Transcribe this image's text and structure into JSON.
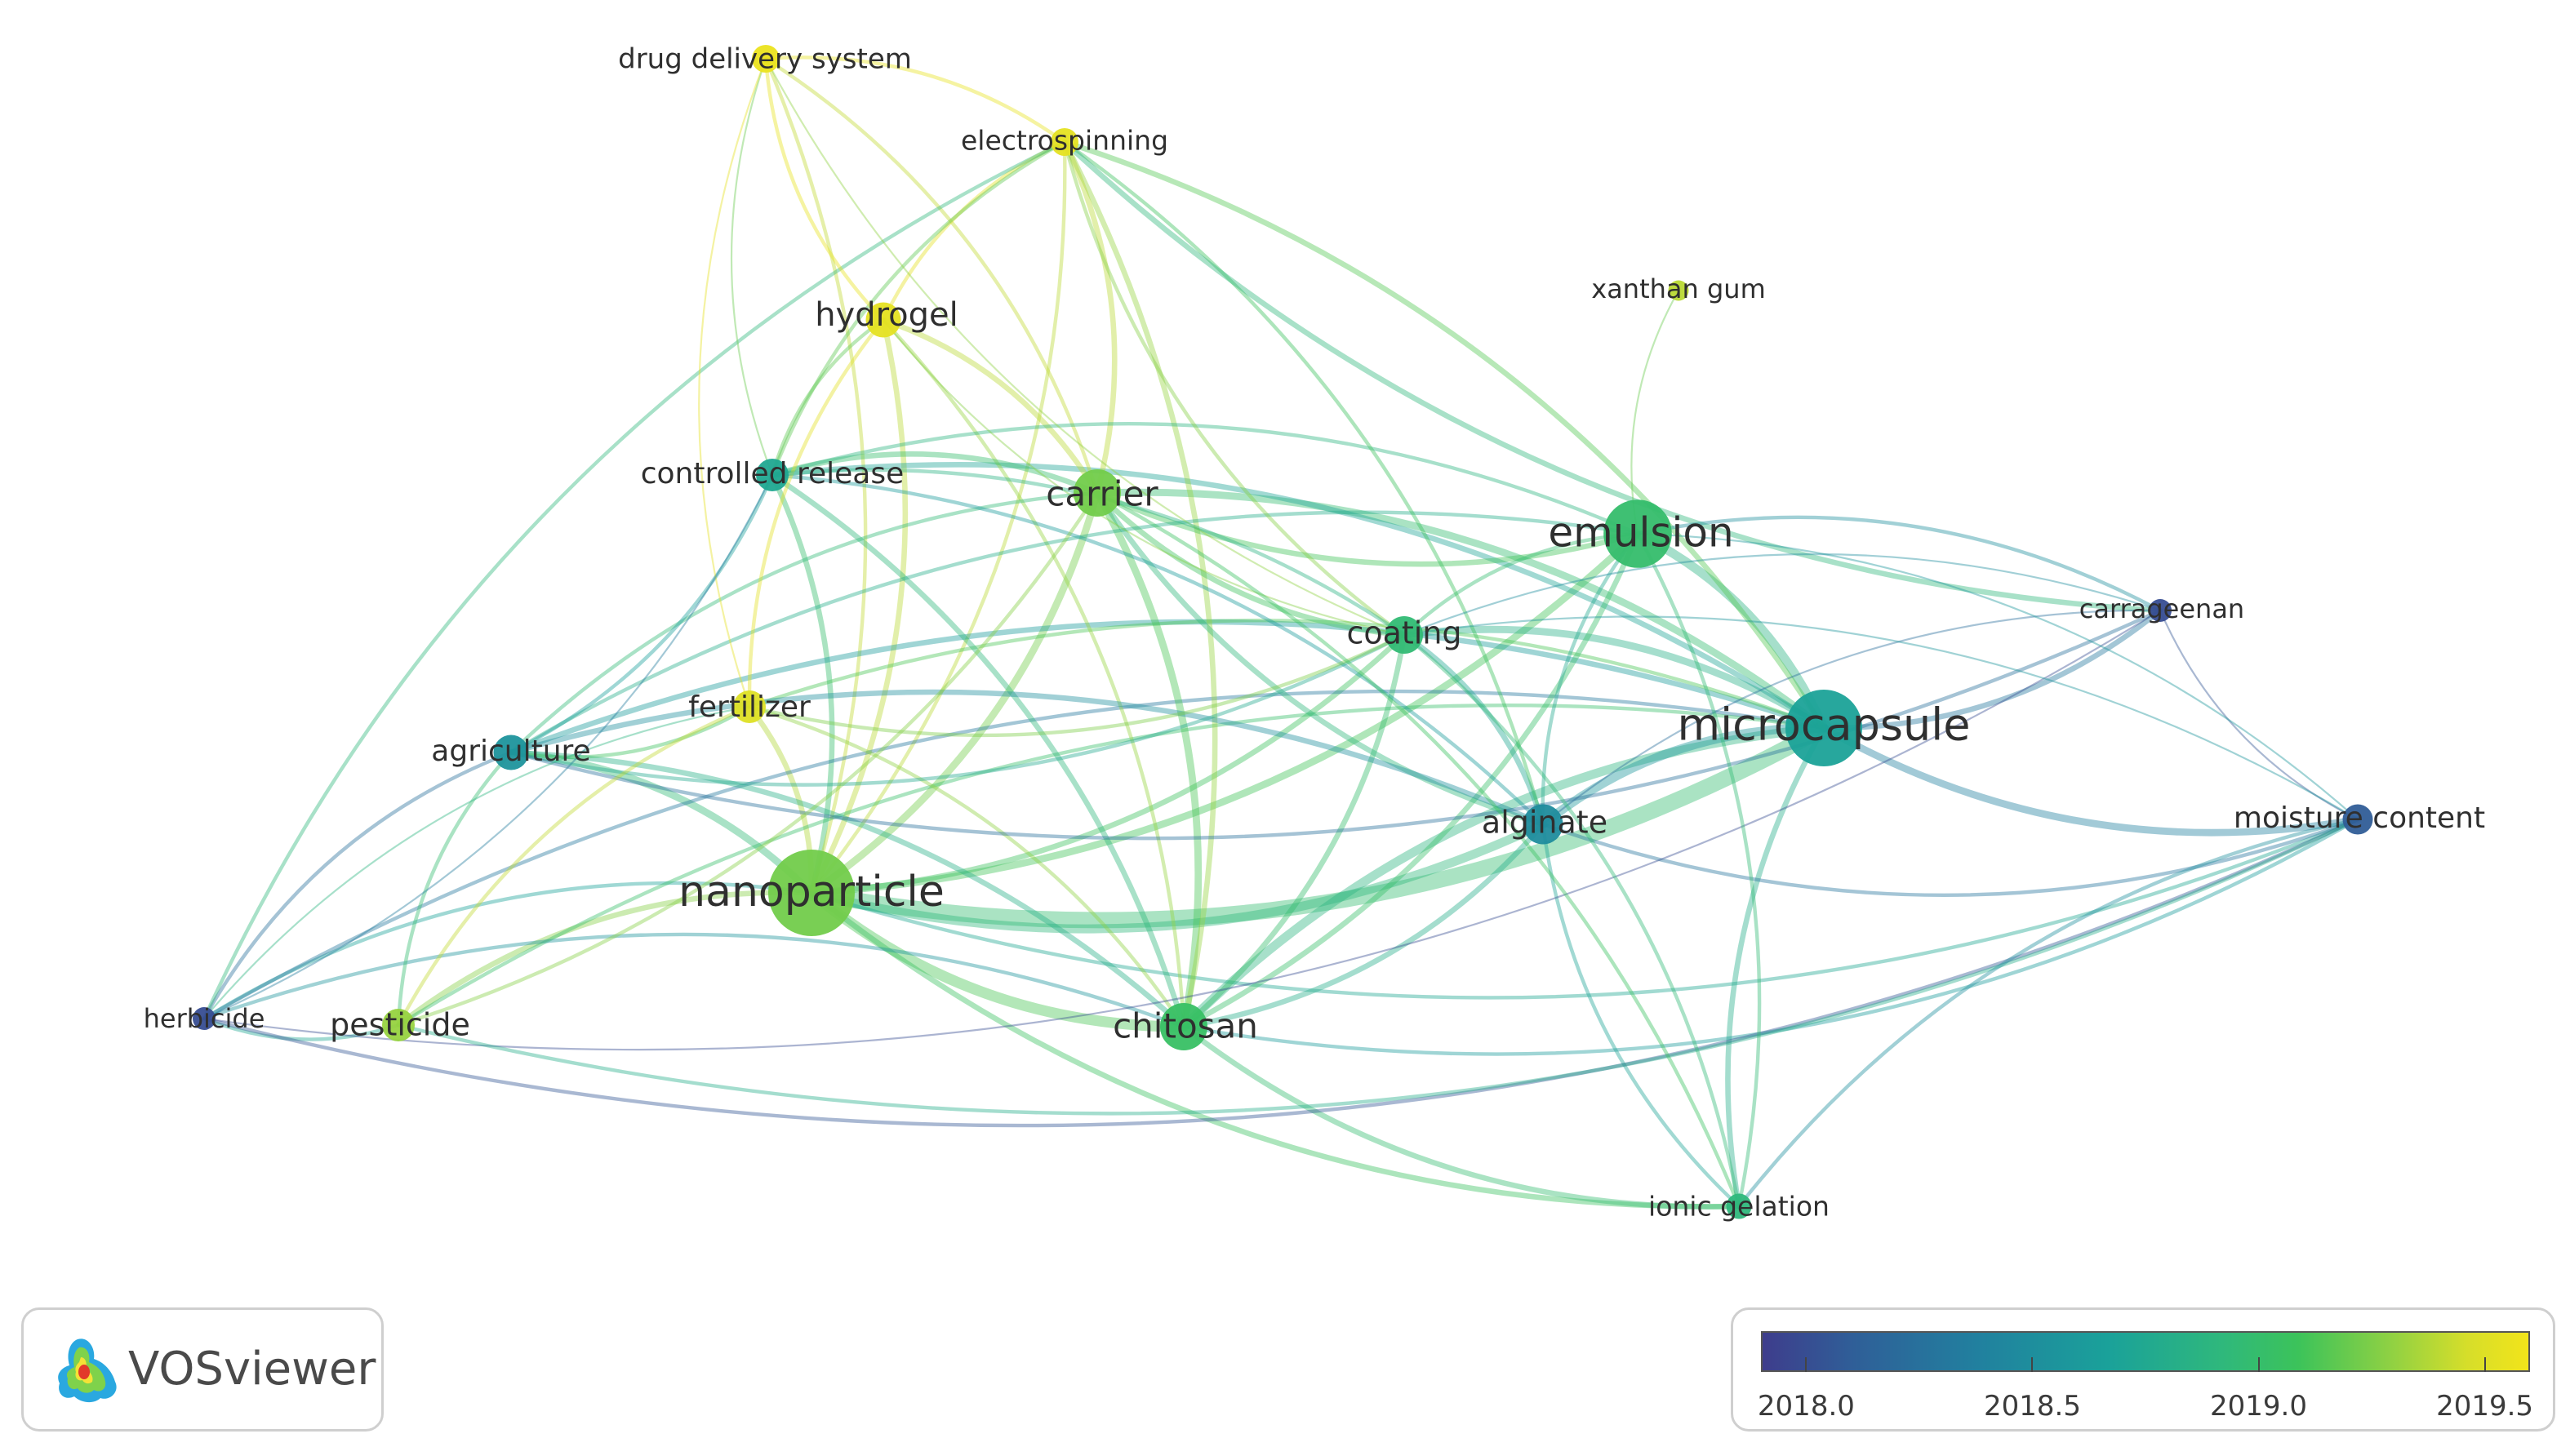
{
  "app": {
    "logo_text": "VOSviewer",
    "logo_icon": "vosviewer-density-icon"
  },
  "colors": {
    "scale": [
      "#3e3d8c",
      "#2f5f98",
      "#21809f",
      "#1aa19a",
      "#2fb87c",
      "#3cc35a",
      "#8fd143",
      "#d6de2a",
      "#f2e41a"
    ]
  },
  "legend": {
    "min": 2017.9,
    "max": 2019.6,
    "ticks": [
      {
        "value": 2018.0,
        "label": "2018.0"
      },
      {
        "value": 2018.5,
        "label": "2018.5"
      },
      {
        "value": 2019.0,
        "label": "2019.0"
      },
      {
        "value": 2019.5,
        "label": "2019.5"
      }
    ]
  },
  "network": {
    "nodes": [
      {
        "id": "drug-delivery-system",
        "label": "drug delivery system",
        "year": 2019.55,
        "weight": 1.2
      },
      {
        "id": "electrospinning",
        "label": "electrospinning",
        "year": 2019.5,
        "weight": 1.2
      },
      {
        "id": "xanthan-gum",
        "label": "xanthan gum",
        "year": 2019.3,
        "weight": 0.6
      },
      {
        "id": "hydrogel",
        "label": "hydrogel",
        "year": 2019.5,
        "weight": 1.8
      },
      {
        "id": "controlled-release",
        "label": "controlled release",
        "year": 2018.6,
        "weight": 1.6
      },
      {
        "id": "carrier",
        "label": "carrier",
        "year": 2019.1,
        "weight": 2.8
      },
      {
        "id": "emulsion",
        "label": "emulsion",
        "year": 2018.85,
        "weight": 4.5
      },
      {
        "id": "carrageenan",
        "label": "carrageenan",
        "year": 2018.0,
        "weight": 0.8
      },
      {
        "id": "coating",
        "label": "coating",
        "year": 2018.8,
        "weight": 2.0
      },
      {
        "id": "fertilizer",
        "label": "fertilizer",
        "year": 2019.45,
        "weight": 1.6
      },
      {
        "id": "agriculture",
        "label": "agriculture",
        "year": 2018.45,
        "weight": 1.8
      },
      {
        "id": "microcapsule",
        "label": "microcapsule",
        "year": 2018.55,
        "weight": 5.2
      },
      {
        "id": "alginate",
        "label": "alginate",
        "year": 2018.4,
        "weight": 2.2
      },
      {
        "id": "moisture-content",
        "label": "moisture content",
        "year": 2018.1,
        "weight": 1.4
      },
      {
        "id": "nanoparticle",
        "label": "nanoparticle",
        "year": 2019.1,
        "weight": 6.0
      },
      {
        "id": "herbicide",
        "label": "herbicide",
        "year": 2018.0,
        "weight": 0.8
      },
      {
        "id": "pesticide",
        "label": "pesticide",
        "year": 2019.2,
        "weight": 1.6
      },
      {
        "id": "chitosan",
        "label": "chitosan",
        "year": 2018.9,
        "weight": 2.8
      },
      {
        "id": "ionic-gelation",
        "label": "ionic gelation",
        "year": 2018.75,
        "weight": 1.0
      }
    ],
    "links": [
      [
        "nanoparticle",
        "microcapsule",
        9
      ],
      [
        "nanoparticle",
        "alginate",
        5
      ],
      [
        "nanoparticle",
        "chitosan",
        6
      ],
      [
        "nanoparticle",
        "carrier",
        4
      ],
      [
        "nanoparticle",
        "agriculture",
        4
      ],
      [
        "nanoparticle",
        "emulsion",
        4
      ],
      [
        "nanoparticle",
        "controlled-release",
        3
      ],
      [
        "nanoparticle",
        "fertilizer",
        3
      ],
      [
        "nanoparticle",
        "coating",
        3
      ],
      [
        "nanoparticle",
        "herbicide",
        2
      ],
      [
        "nanoparticle",
        "pesticide",
        3
      ],
      [
        "nanoparticle",
        "hydrogel",
        3
      ],
      [
        "nanoparticle",
        "electrospinning",
        2
      ],
      [
        "nanoparticle",
        "ionic-gelation",
        3
      ],
      [
        "nanoparticle",
        "drug-delivery-system",
        2
      ],
      [
        "nanoparticle",
        "moisture-content",
        2
      ],
      [
        "microcapsule",
        "emulsion",
        5
      ],
      [
        "microcapsule",
        "chitosan",
        5
      ],
      [
        "microcapsule",
        "alginate",
        5
      ],
      [
        "microcapsule",
        "coating",
        4
      ],
      [
        "microcapsule",
        "carrier",
        4
      ],
      [
        "microcapsule",
        "moisture-content",
        4
      ],
      [
        "microcapsule",
        "carrageenan",
        3
      ],
      [
        "microcapsule",
        "ionic-gelation",
        3
      ],
      [
        "microcapsule",
        "agriculture",
        3
      ],
      [
        "microcapsule",
        "controlled-release",
        3
      ],
      [
        "microcapsule",
        "electrospinning",
        3
      ],
      [
        "microcapsule",
        "herbicide",
        2
      ],
      [
        "microcapsule",
        "pesticide",
        2
      ],
      [
        "microcapsule",
        "fertilizer",
        2
      ],
      [
        "chitosan",
        "alginate",
        3
      ],
      [
        "chitosan",
        "carrier",
        4
      ],
      [
        "chitosan",
        "coating",
        3
      ],
      [
        "chitosan",
        "controlled-release",
        3
      ],
      [
        "chitosan",
        "ionic-gelation",
        3
      ],
      [
        "chitosan",
        "emulsion",
        3
      ],
      [
        "chitosan",
        "agriculture",
        3
      ],
      [
        "chitosan",
        "electrospinning",
        3
      ],
      [
        "chitosan",
        "hydrogel",
        2
      ],
      [
        "chitosan",
        "fertilizer",
        2
      ],
      [
        "chitosan",
        "herbicide",
        2
      ],
      [
        "chitosan",
        "moisture-content",
        2
      ],
      [
        "carrier",
        "emulsion",
        3
      ],
      [
        "carrier",
        "coating",
        3
      ],
      [
        "carrier",
        "electrospinning",
        3
      ],
      [
        "carrier",
        "hydrogel",
        3
      ],
      [
        "carrier",
        "controlled-release",
        3
      ],
      [
        "carrier",
        "alginate",
        3
      ],
      [
        "carrier",
        "drug-delivery-system",
        2
      ],
      [
        "carrier",
        "agriculture",
        2
      ],
      [
        "emulsion",
        "coating",
        2
      ],
      [
        "emulsion",
        "alginate",
        2
      ],
      [
        "emulsion",
        "agriculture",
        2
      ],
      [
        "emulsion",
        "controlled-release",
        2
      ],
      [
        "alginate",
        "coating",
        3
      ],
      [
        "alginate",
        "agriculture",
        3
      ],
      [
        "alginate",
        "ionic-gelation",
        2
      ],
      [
        "alginate",
        "controlled-release",
        2
      ],
      [
        "alginate",
        "electrospinning",
        2
      ],
      [
        "alginate",
        "moisture-content",
        2
      ],
      [
        "agriculture",
        "controlled-release",
        2
      ],
      [
        "agriculture",
        "fertilizer",
        2
      ],
      [
        "agriculture",
        "herbicide",
        2
      ],
      [
        "agriculture",
        "pesticide",
        2
      ],
      [
        "agriculture",
        "coating",
        2
      ],
      [
        "agriculture",
        "carrageenan",
        2
      ],
      [
        "electrospinning",
        "hydrogel",
        2
      ],
      [
        "electrospinning",
        "drug-delivery-system",
        2
      ],
      [
        "electrospinning",
        "coating",
        2
      ],
      [
        "electrospinning",
        "controlled-release",
        2
      ],
      [
        "electrospinning",
        "carrageenan",
        3
      ],
      [
        "electrospinning",
        "herbicide",
        2
      ],
      [
        "drug-delivery-system",
        "hydrogel",
        2
      ],
      [
        "drug-delivery-system",
        "controlled-release",
        1
      ],
      [
        "drug-delivery-system",
        "coating",
        1
      ],
      [
        "drug-delivery-system",
        "fertilizer",
        1
      ],
      [
        "hydrogel",
        "fertilizer",
        2
      ],
      [
        "hydrogel",
        "controlled-release",
        2
      ],
      [
        "hydrogel",
        "coating",
        1
      ],
      [
        "fertilizer",
        "pesticide",
        2
      ],
      [
        "fertilizer",
        "coating",
        2
      ],
      [
        "fertilizer",
        "herbicide",
        1
      ],
      [
        "herbicide",
        "pesticide",
        2
      ],
      [
        "herbicide",
        "moisture-content",
        2
      ],
      [
        "herbicide",
        "carrageenan",
        1
      ],
      [
        "herbicide",
        "controlled-release",
        1
      ],
      [
        "pesticide",
        "moisture-content",
        2
      ],
      [
        "pesticide",
        "carrier",
        2
      ],
      [
        "carrageenan",
        "moisture-content",
        1
      ],
      [
        "carrageenan",
        "emulsion",
        2
      ],
      [
        "carrageenan",
        "coating",
        1
      ],
      [
        "carrageenan",
        "alginate",
        1
      ],
      [
        "moisture-content",
        "coating",
        1
      ],
      [
        "moisture-content",
        "ionic-gelation",
        2
      ],
      [
        "moisture-content",
        "emulsion",
        1
      ],
      [
        "ionic-gelation",
        "emulsion",
        2
      ],
      [
        "ionic-gelation",
        "coating",
        2
      ],
      [
        "ionic-gelation",
        "carrier",
        2
      ],
      [
        "coating",
        "controlled-release",
        2
      ],
      [
        "xanthan-gum",
        "emulsion",
        1
      ]
    ]
  }
}
